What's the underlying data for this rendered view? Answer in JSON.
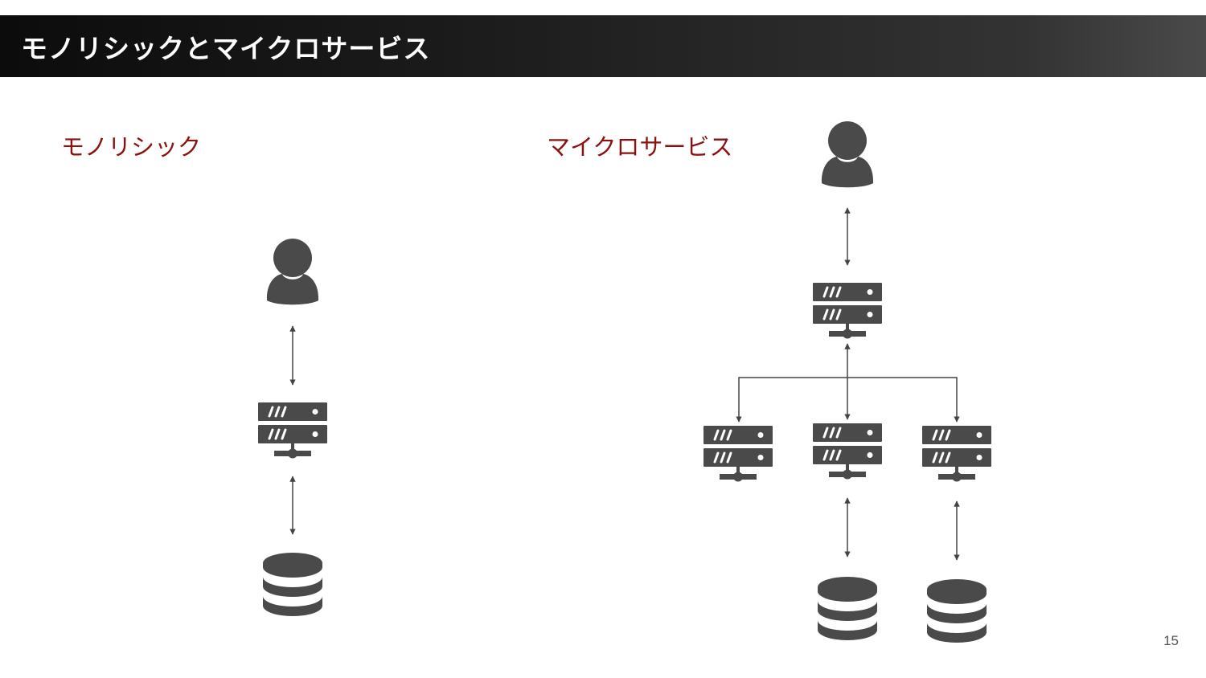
{
  "slide": {
    "title": "モノリシックとマイクロサービス",
    "page_number": "15"
  },
  "sections": {
    "monolith": {
      "label": "モノリシック"
    },
    "microservices": {
      "label": "マイクロサービス"
    }
  },
  "colors": {
    "icon": "#4a4a4a",
    "arrow": "#444444",
    "label": "#8b1010",
    "title_bar_start": "#0c0c0c",
    "title_bar_end": "#4a4a4a"
  },
  "icons": {
    "user": "user-icon",
    "server": "server-icon",
    "database": "database-icon"
  }
}
